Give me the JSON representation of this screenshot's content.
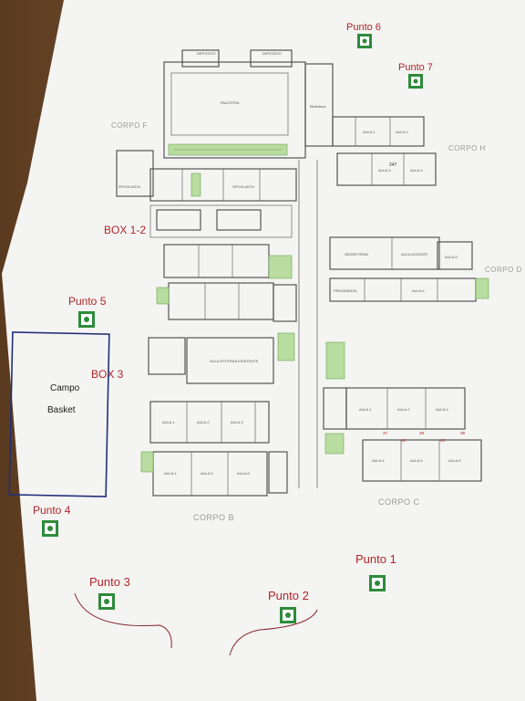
{
  "map": {
    "zones": {
      "corpo_f": "CORPO F",
      "corpo_h": "CORPO H",
      "corpo_d": "CORPO D",
      "corpo_b": "CORPO B",
      "corpo_c": "CORPO C"
    },
    "boxes": {
      "box12": "BOX 1-2",
      "box3": "BOX 3"
    },
    "points": [
      {
        "label": "Punto 1"
      },
      {
        "label": "Punto 2"
      },
      {
        "label": "Punto 3"
      },
      {
        "label": "Punto 4"
      },
      {
        "label": "Punto 5"
      },
      {
        "label": "Punto 6"
      },
      {
        "label": "Punto 7"
      }
    ],
    "campo": {
      "line1": "Campo",
      "line2": "Basket"
    },
    "rooms": {
      "palestra": "PALESTRA",
      "biblioteca": "Biblioteca",
      "deposito1": "DEPOSITO",
      "deposito2": "DEPOSITO",
      "spogliatoi1": "SPOGLIATOI",
      "spogliatoi2": "SPOGLIATOI",
      "aula_esterna": "AULA ESTERNA ESISTENTE",
      "segreteria": "SEGRETERIA",
      "aula_docenti": "AULA DOCENTI",
      "presidenza": "PRESIDENZA",
      "aula1": "AULA 1",
      "aula2": "AULA 2",
      "aula3": "AULA 3",
      "aula4": "AULA 4",
      "aula5": "AULA 5",
      "aula6": "AULA 6"
    },
    "room_numbers": [
      "247",
      "37",
      "38",
      "39",
      "40",
      "41"
    ],
    "colors": {
      "label_red": "#b0252a",
      "zone_gray": "#9a9a9a",
      "court_blue": "#1f2f7a",
      "emergency_green": "#2e8b3a",
      "paper": "#f4f4f2"
    }
  }
}
